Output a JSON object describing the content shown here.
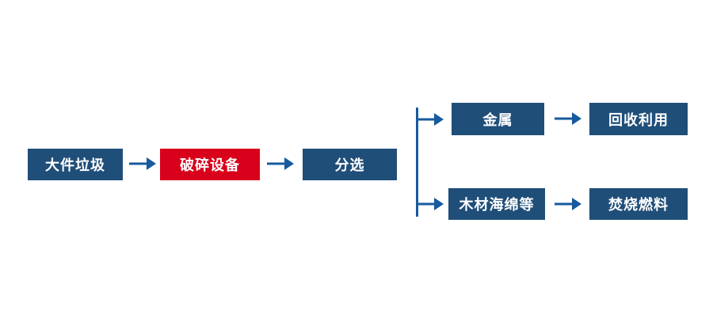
{
  "flowchart": {
    "nodes": {
      "bulky_waste": {
        "label": "大件垃圾"
      },
      "crushing": {
        "label": "破碎设备"
      },
      "sorting": {
        "label": "分选"
      },
      "metal": {
        "label": "金属"
      },
      "recycling": {
        "label": "回收利用"
      },
      "wood_sponge": {
        "label": "木材海绵等"
      },
      "incineration_fuel": {
        "label": "焚烧燃料"
      }
    },
    "colors": {
      "node_blue": "#1f4e79",
      "node_red": "#d9001b",
      "arrow_blue": "#175a9e",
      "background": "#ffffff"
    }
  }
}
